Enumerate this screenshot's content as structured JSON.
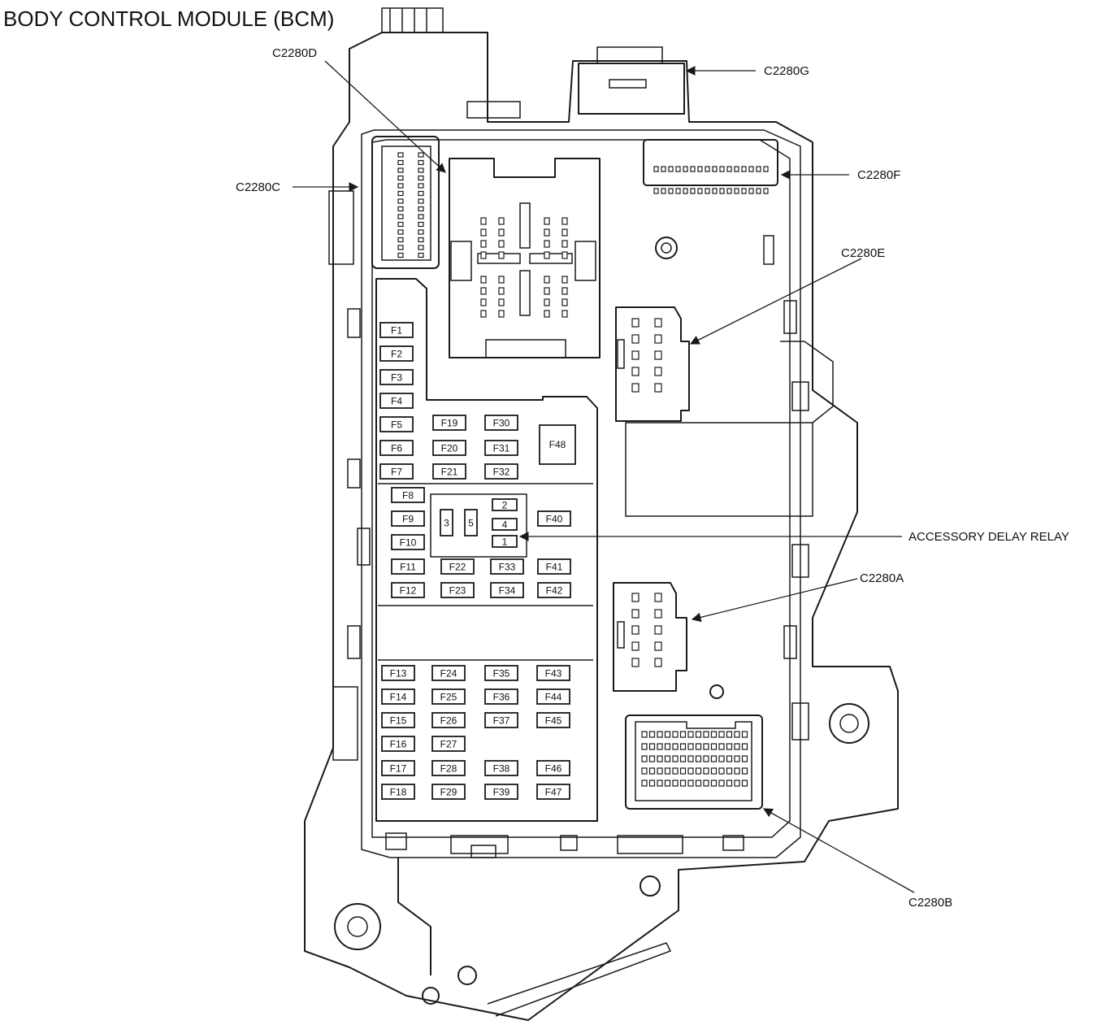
{
  "diagram": {
    "title": "BODY CONTROL MODULE (BCM)",
    "connectors": {
      "c2280a": "C2280A",
      "c2280b": "C2280B",
      "c2280c": "C2280C",
      "c2280d": "C2280D",
      "c2280e": "C2280E",
      "c2280f": "C2280F",
      "c2280g": "C2280G"
    },
    "relay_label": "ACCESSORY DELAY RELAY",
    "relay_pins": [
      "3",
      "5",
      "2",
      "4",
      "1"
    ],
    "fuses": [
      "F1",
      "F2",
      "F3",
      "F4",
      "F5",
      "F6",
      "F7",
      "F8",
      "F9",
      "F10",
      "F11",
      "F12",
      "F13",
      "F14",
      "F15",
      "F16",
      "F17",
      "F18",
      "F19",
      "F20",
      "F21",
      "F22",
      "F23",
      "F24",
      "F25",
      "F26",
      "F27",
      "F28",
      "F29",
      "F30",
      "F31",
      "F32",
      "F33",
      "F34",
      "F35",
      "F36",
      "F37",
      "F38",
      "F39",
      "F40",
      "F41",
      "F42",
      "F43",
      "F44",
      "F45",
      "F46",
      "F47",
      "F48"
    ]
  }
}
